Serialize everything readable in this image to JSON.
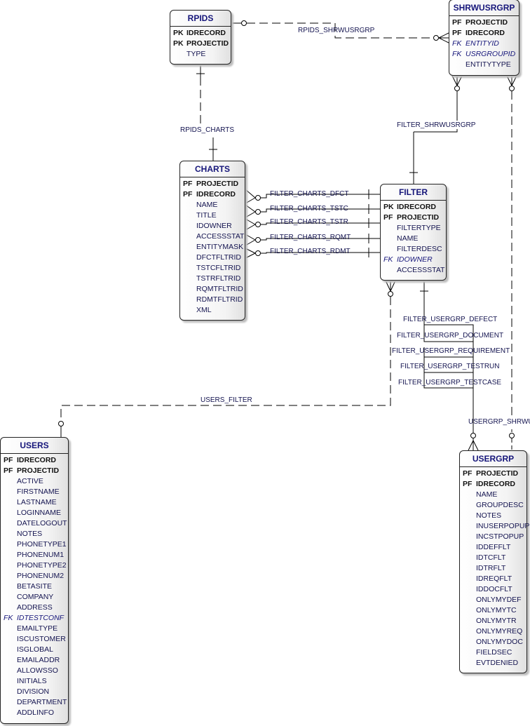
{
  "entities": {
    "rpids": {
      "title": "RPIDS",
      "rows": [
        {
          "key": "PK",
          "name": "IDRECORD",
          "kind": "pk"
        },
        {
          "key": "PK",
          "name": "PROJECTID",
          "kind": "pk"
        },
        {
          "key": "",
          "name": "TYPE",
          "kind": ""
        }
      ]
    },
    "shrwusrgrp": {
      "title": "SHRWUSRGRP",
      "rows": [
        {
          "key": "PF",
          "name": "PROJECTID",
          "kind": "pk"
        },
        {
          "key": "PF",
          "name": "IDRECORD",
          "kind": "pk"
        },
        {
          "key": "FK",
          "name": "ENTITYID",
          "kind": "fk"
        },
        {
          "key": "FK",
          "name": "USRGROUPID",
          "kind": "fk"
        },
        {
          "key": "",
          "name": "ENTITYTYPE",
          "kind": ""
        }
      ]
    },
    "charts": {
      "title": "CHARTS",
      "rows": [
        {
          "key": "PF",
          "name": "PROJECTID",
          "kind": "pk"
        },
        {
          "key": "PF",
          "name": "IDRECORD",
          "kind": "pk"
        },
        {
          "key": "",
          "name": "NAME",
          "kind": ""
        },
        {
          "key": "",
          "name": "TITLE",
          "kind": ""
        },
        {
          "key": "",
          "name": "IDOWNER",
          "kind": ""
        },
        {
          "key": "",
          "name": "ACCESSSTAT",
          "kind": ""
        },
        {
          "key": "",
          "name": "ENTITYMASK",
          "kind": ""
        },
        {
          "key": "",
          "name": "DFCTFLTRID",
          "kind": ""
        },
        {
          "key": "",
          "name": "TSTCFLTRID",
          "kind": ""
        },
        {
          "key": "",
          "name": "TSTRFLTRID",
          "kind": ""
        },
        {
          "key": "",
          "name": "RQMTFLTRID",
          "kind": ""
        },
        {
          "key": "",
          "name": "RDMTFLTRID",
          "kind": ""
        },
        {
          "key": "",
          "name": "XML",
          "kind": ""
        }
      ]
    },
    "filter": {
      "title": "FILTER",
      "rows": [
        {
          "key": "PK",
          "name": "IDRECORD",
          "kind": "pk"
        },
        {
          "key": "PF",
          "name": "PROJECTID",
          "kind": "pk"
        },
        {
          "key": "",
          "name": "FILTERTYPE",
          "kind": ""
        },
        {
          "key": "",
          "name": "NAME",
          "kind": ""
        },
        {
          "key": "",
          "name": "FILTERDESC",
          "kind": ""
        },
        {
          "key": "FK",
          "name": "IDOWNER",
          "kind": "fk"
        },
        {
          "key": "",
          "name": "ACCESSSTAT",
          "kind": ""
        }
      ]
    },
    "users": {
      "title": "USERS",
      "rows": [
        {
          "key": "PF",
          "name": "IDRECORD",
          "kind": "pk"
        },
        {
          "key": "PF",
          "name": "PROJECTID",
          "kind": "pk"
        },
        {
          "key": "",
          "name": "ACTIVE",
          "kind": ""
        },
        {
          "key": "",
          "name": "FIRSTNAME",
          "kind": ""
        },
        {
          "key": "",
          "name": "LASTNAME",
          "kind": ""
        },
        {
          "key": "",
          "name": "LOGINNAME",
          "kind": ""
        },
        {
          "key": "",
          "name": "DATELOGOUT",
          "kind": ""
        },
        {
          "key": "",
          "name": "NOTES",
          "kind": ""
        },
        {
          "key": "",
          "name": "PHONETYPE1",
          "kind": ""
        },
        {
          "key": "",
          "name": "PHONENUM1",
          "kind": ""
        },
        {
          "key": "",
          "name": "PHONETYPE2",
          "kind": ""
        },
        {
          "key": "",
          "name": "PHONENUM2",
          "kind": ""
        },
        {
          "key": "",
          "name": "BETASITE",
          "kind": ""
        },
        {
          "key": "",
          "name": "COMPANY",
          "kind": ""
        },
        {
          "key": "",
          "name": "ADDRESS",
          "kind": ""
        },
        {
          "key": "FK",
          "name": "IDTESTCONF",
          "kind": "fk"
        },
        {
          "key": "",
          "name": "EMAILTYPE",
          "kind": ""
        },
        {
          "key": "",
          "name": "ISCUSTOMER",
          "kind": ""
        },
        {
          "key": "",
          "name": "ISGLOBAL",
          "kind": ""
        },
        {
          "key": "",
          "name": "EMAILADDR",
          "kind": ""
        },
        {
          "key": "",
          "name": "ALLOWSSO",
          "kind": ""
        },
        {
          "key": "",
          "name": "INITIALS",
          "kind": ""
        },
        {
          "key": "",
          "name": "DIVISION",
          "kind": ""
        },
        {
          "key": "",
          "name": "DEPARTMENT",
          "kind": ""
        },
        {
          "key": "",
          "name": "ADDLINFO",
          "kind": ""
        }
      ]
    },
    "usergrp": {
      "title": "USERGRP",
      "rows": [
        {
          "key": "PF",
          "name": "PROJECTID",
          "kind": "pk"
        },
        {
          "key": "PF",
          "name": "IDRECORD",
          "kind": "pk"
        },
        {
          "key": "",
          "name": "NAME",
          "kind": ""
        },
        {
          "key": "",
          "name": "GROUPDESC",
          "kind": ""
        },
        {
          "key": "",
          "name": "NOTES",
          "kind": ""
        },
        {
          "key": "",
          "name": "INUSERPOPUP",
          "kind": ""
        },
        {
          "key": "",
          "name": "INCSTPOPUP",
          "kind": ""
        },
        {
          "key": "",
          "name": "IDDEFFLT",
          "kind": ""
        },
        {
          "key": "",
          "name": "IDTCFLT",
          "kind": ""
        },
        {
          "key": "",
          "name": "IDTRFLT",
          "kind": ""
        },
        {
          "key": "",
          "name": "IDREQFLT",
          "kind": ""
        },
        {
          "key": "",
          "name": "IDDOCFLT",
          "kind": ""
        },
        {
          "key": "",
          "name": "ONLYMYDEF",
          "kind": ""
        },
        {
          "key": "",
          "name": "ONLYMYTC",
          "kind": ""
        },
        {
          "key": "",
          "name": "ONLYMYTR",
          "kind": ""
        },
        {
          "key": "",
          "name": "ONLYMYREQ",
          "kind": ""
        },
        {
          "key": "",
          "name": "ONLYMYDOC",
          "kind": ""
        },
        {
          "key": "",
          "name": "FIELDSEC",
          "kind": ""
        },
        {
          "key": "",
          "name": "EVTDENIED",
          "kind": ""
        }
      ]
    }
  },
  "relationships": {
    "rpids_shrwusrgrp": "RPIDS_SHRWUSRGRP",
    "rpids_charts": "RPIDS_CHARTS",
    "filter_shrwusrgrp": "FILTER_SHRWUSRGRP",
    "filter_charts_dfct": "FILTER_CHARTS_DFCT",
    "filter_charts_tstc": "FILTER_CHARTS_TSTC",
    "filter_charts_tstr": "FILTER_CHARTS_TSTR",
    "filter_charts_rqmt": "FILTER_CHARTS_RQMT",
    "filter_charts_rdmt": "FILTER_CHARTS_RDMT",
    "filter_usergrp_defect": "FILTER_USERGRP_DEFECT",
    "filter_usergrp_document": "FILTER_USERGRP_DOCUMENT",
    "filter_usergrp_requirement": "FILTER_USERGRP_REQUIREMENT",
    "filter_usergrp_testrun": "FILTER_USERGRP_TESTRUN",
    "filter_usergrp_testcase": "FILTER_USERGRP_TESTCASE",
    "users_filter": "USERS_FILTER",
    "usergrp_shrwusrgrp": "USERGRP_SHRWU"
  },
  "colors": {
    "title": "#16167a",
    "line": "#000000"
  }
}
